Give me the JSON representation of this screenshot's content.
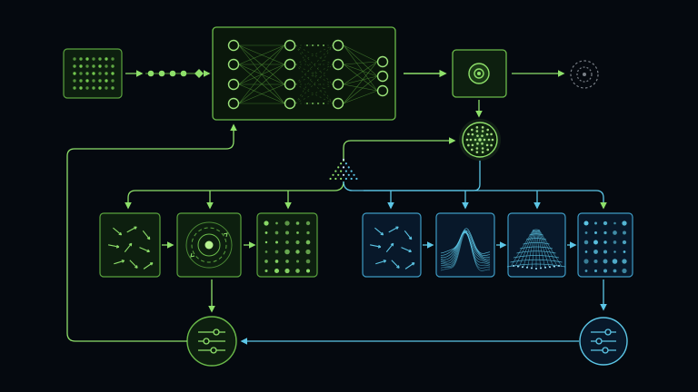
{
  "colors": {
    "background": "#05090f",
    "green": "#8ee06a",
    "green_fill": "#0d1f0f",
    "cyan": "#5cc6e6",
    "cyan_fill": "#08182a",
    "grey": "#6a7078",
    "input_grid": "#7ed957"
  },
  "diagram": {
    "input_grid": {
      "rows": 5,
      "cols": 7
    },
    "network": {
      "layers": [
        4,
        4,
        4,
        3
      ],
      "connection_style": "dense"
    },
    "green_branch": {
      "stages": [
        "vector-field-icon",
        "orbit-icon",
        "dot-matrix-icon"
      ]
    },
    "cyan_branch": {
      "stages": [
        "vector-field-icon",
        "wave-surface-icon",
        "mesh-surface-icon",
        "dot-matrix-icon"
      ]
    },
    "controls": [
      "green-equalizer-icon",
      "cyan-equalizer-icon"
    ]
  }
}
